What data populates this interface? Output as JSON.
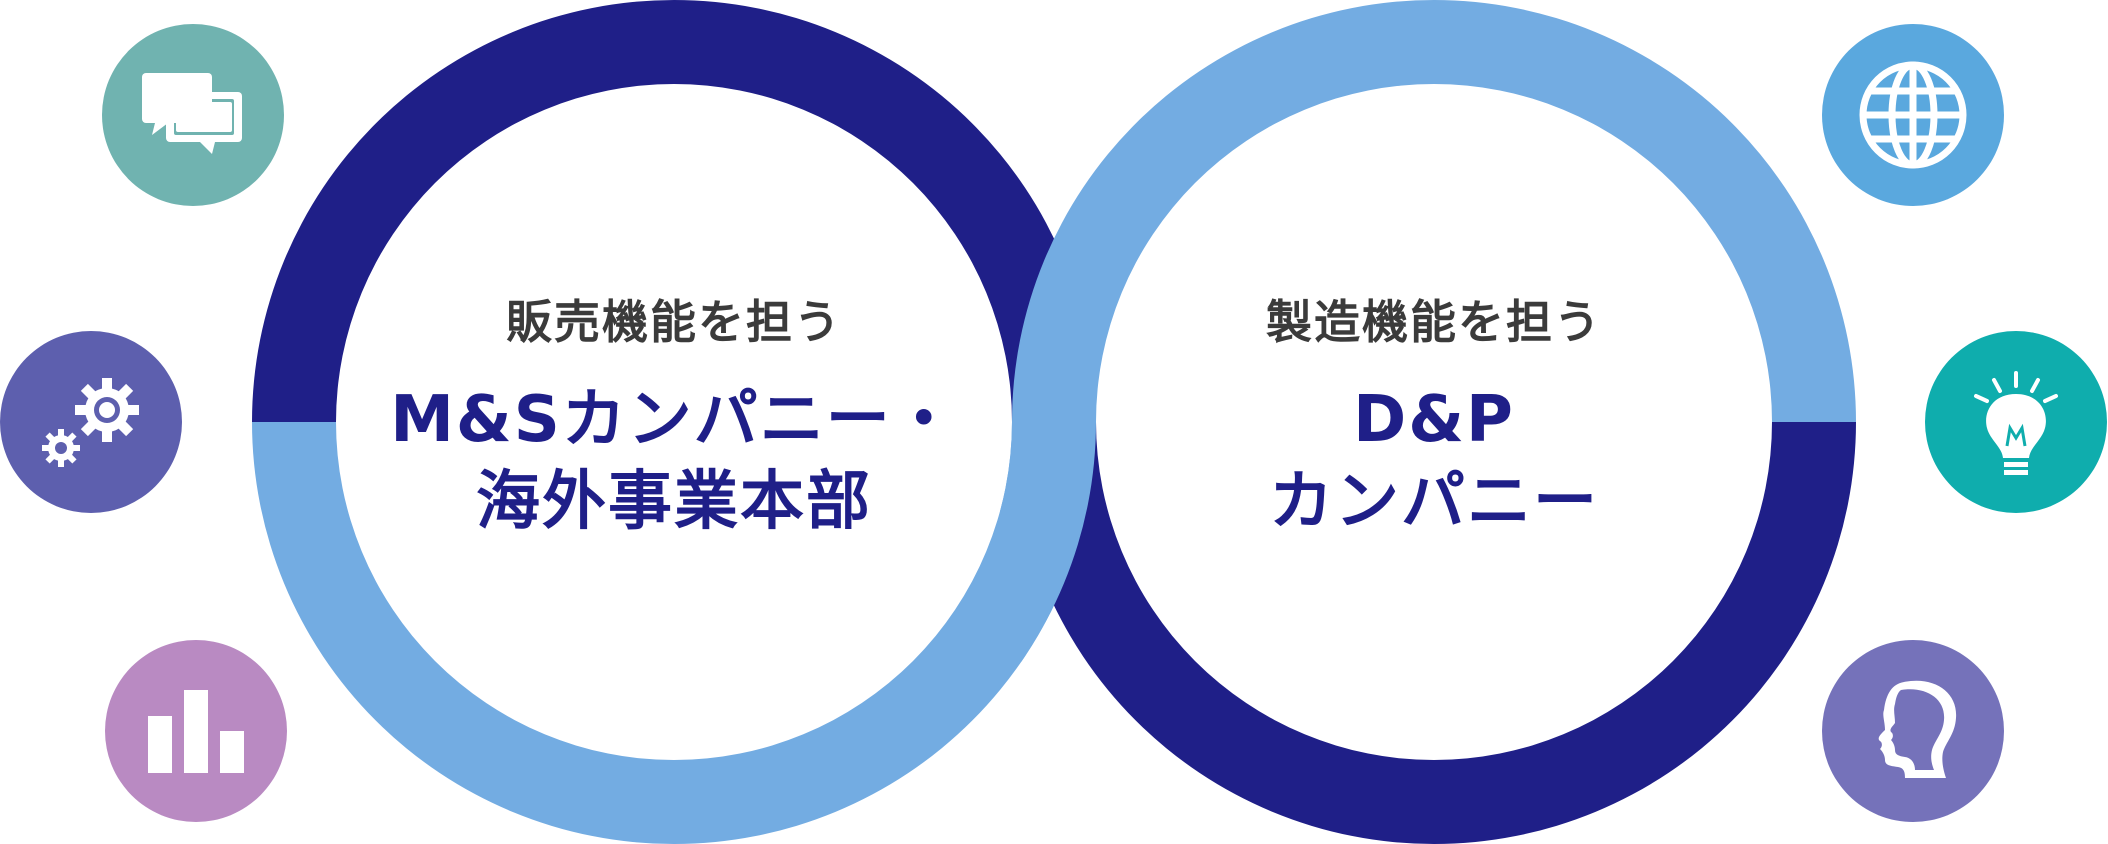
{
  "colors": {
    "navy": "#1f1f88",
    "light_blue": "#73ace2",
    "text_dark": "#3b3b3b",
    "title_navy": "#1f1f88"
  },
  "left_unit": {
    "caption": "販売機能を担う",
    "name_line1": "M&Sカンパニー・",
    "name_line2": "海外事業本部"
  },
  "right_unit": {
    "caption": "製造機能を担う",
    "name_line1": "D&P",
    "name_line2": "カンパニー"
  },
  "icons": [
    {
      "name": "chat-bubbles-icon",
      "color": "#70b3b0"
    },
    {
      "name": "gears-icon",
      "color": "#5d5fae"
    },
    {
      "name": "bar-chart-icon",
      "color": "#b98ac2"
    },
    {
      "name": "globe-icon",
      "color": "#5aa8de"
    },
    {
      "name": "lightbulb-icon",
      "color": "#0fadad"
    },
    {
      "name": "head-profile-icon",
      "color": "#7572ba"
    }
  ]
}
